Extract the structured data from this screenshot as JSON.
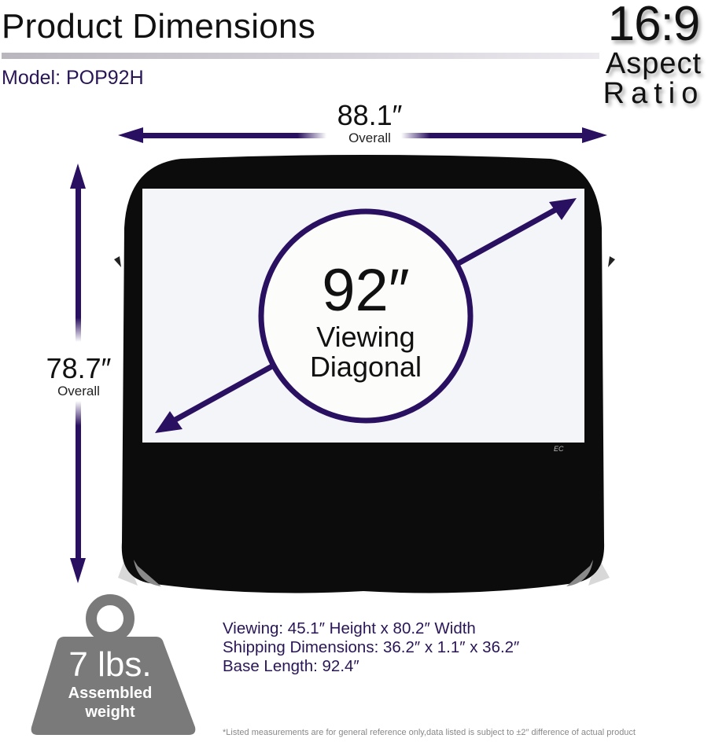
{
  "header": {
    "title": "Product Dimensions",
    "model": "Model: POP92H"
  },
  "aspect_badge": {
    "ratio": "16:9",
    "line1": "Aspect",
    "line2": "Ratio"
  },
  "dimensions": {
    "width": {
      "value": "88.1″",
      "label": "Overall"
    },
    "height": {
      "value": "78.7″",
      "label": "Overall"
    },
    "diagonal": {
      "value": "92″",
      "label_line1": "Viewing",
      "label_line2": "Diagonal"
    }
  },
  "specs": [
    "Viewing: 45.1″ Height x 80.2″ Width",
    "Shipping Dimensions: 36.2″ x 1.1″ x 36.2″",
    "Base Length: 92.4″"
  ],
  "weight": {
    "value": "7 lbs.",
    "label_line1": "Assembled",
    "label_line2": "weight"
  },
  "footnote": "*Listed measurements are for general reference only,data listed is subject to ±2″ difference of actual product",
  "colors": {
    "accent_purple": "#2a1060",
    "screen_frame": "#0c0c0c",
    "screen_surface": "#f4f5f8",
    "weight_gray": "#7a7a7a",
    "spec_text": "#2a1656"
  }
}
